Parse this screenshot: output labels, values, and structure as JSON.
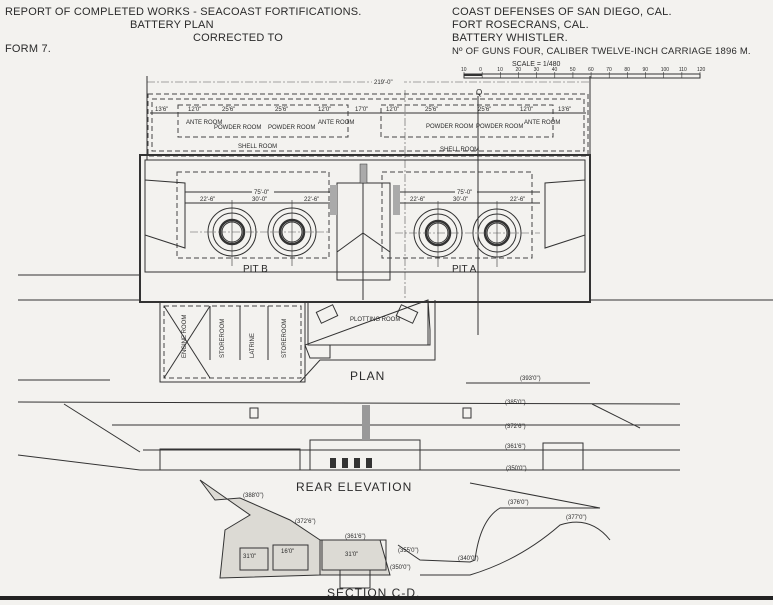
{
  "header_left": {
    "title": "REPORT OF COMPLETED WORKS - SEACOAST FORTIFICATIONS.",
    "subtitle": "BATTERY PLAN",
    "corrected": "CORRECTED TO",
    "form": "FORM 7."
  },
  "header_right": {
    "district": "COAST DEFENSES OF SAN DIEGO, CAL.",
    "fort": "FORT ROSECRANS, CAL.",
    "battery": "BATTERY WHISTLER.",
    "guns": "Nº OF GUNS FOUR, CALIBER TWELVE-INCH CARRIAGE 1896 M."
  },
  "scale": {
    "label": "SCALE = 1/480",
    "ticks": [
      "10",
      "0",
      "10",
      "20",
      "30",
      "40",
      "50",
      "60",
      "70",
      "80",
      "90",
      "100",
      "110",
      "120"
    ]
  },
  "plan": {
    "title": "PLAN",
    "overall_dim": "219'-0\"",
    "point_label": "Q",
    "pit_b": "PIT B",
    "pit_a": "PIT A",
    "pit_span": "75'-0\"",
    "pit_dims": [
      "22'-6\"",
      "30'-0\"",
      "22'-6\""
    ],
    "shell_room": "SHELL ROOM",
    "powder_room": "POWDER ROOM",
    "ante_room": "ANTE ROOM",
    "plotting_room": "PLOTTING ROOM",
    "rooms_rear": [
      "ENGINE ROOM",
      "STOREROOM",
      "LATRINE",
      "STOREROOM"
    ],
    "magazine_dims": [
      "13'6\"",
      "12'0\"",
      "25'6\"",
      "25'6\"",
      "12'0\"",
      "17'0\"",
      "12'0\"",
      "25'6\"",
      "25'6\"",
      "12'0\"",
      "13'6\""
    ]
  },
  "rear_elevation": {
    "title": "REAR ELEVATION",
    "levels": [
      "(393'0\")",
      "(385'0\")",
      "(372'6\")",
      "(361'6\")",
      "(350'0\")"
    ]
  },
  "section": {
    "title": "SECTION C-D.",
    "levels": [
      "(388'0\")",
      "(372'6\")",
      "(361'6\")",
      "(355'0\")",
      "(350'0\")",
      "(376'0\")",
      "(377'0\")",
      "(340'0\")"
    ],
    "dims": [
      "31'0\"",
      "16'0\"",
      "31'0\""
    ]
  }
}
